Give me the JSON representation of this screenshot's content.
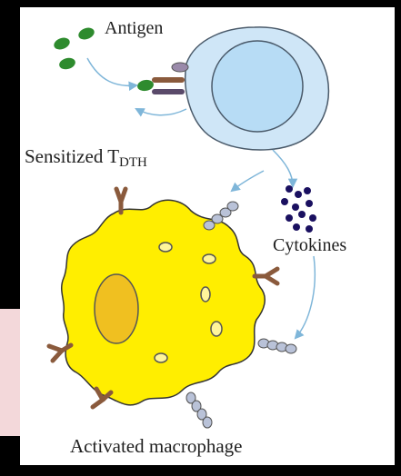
{
  "labels": {
    "antigen": "Antigen",
    "sensitized_main": "Sensitized T",
    "sensitized_sub": "DTH",
    "cytokines": "Cytokines",
    "macrophage": "Activated macrophage"
  },
  "colors": {
    "frame": "#000000",
    "panel": "#ffffff",
    "antigen": "#2e8b2e",
    "t_cell_outer": "#cfe6f7",
    "t_cell_nucleus": "#b7dcf5",
    "macrophage": "#ffee00",
    "macrophage_nucleus": "#f0c020",
    "receptor": "#8a5a3c",
    "cytokine": "#1a1060",
    "arrow": "#7fb6d9",
    "chain": "#b9c2d8",
    "left_strip": "#f3d8da"
  }
}
